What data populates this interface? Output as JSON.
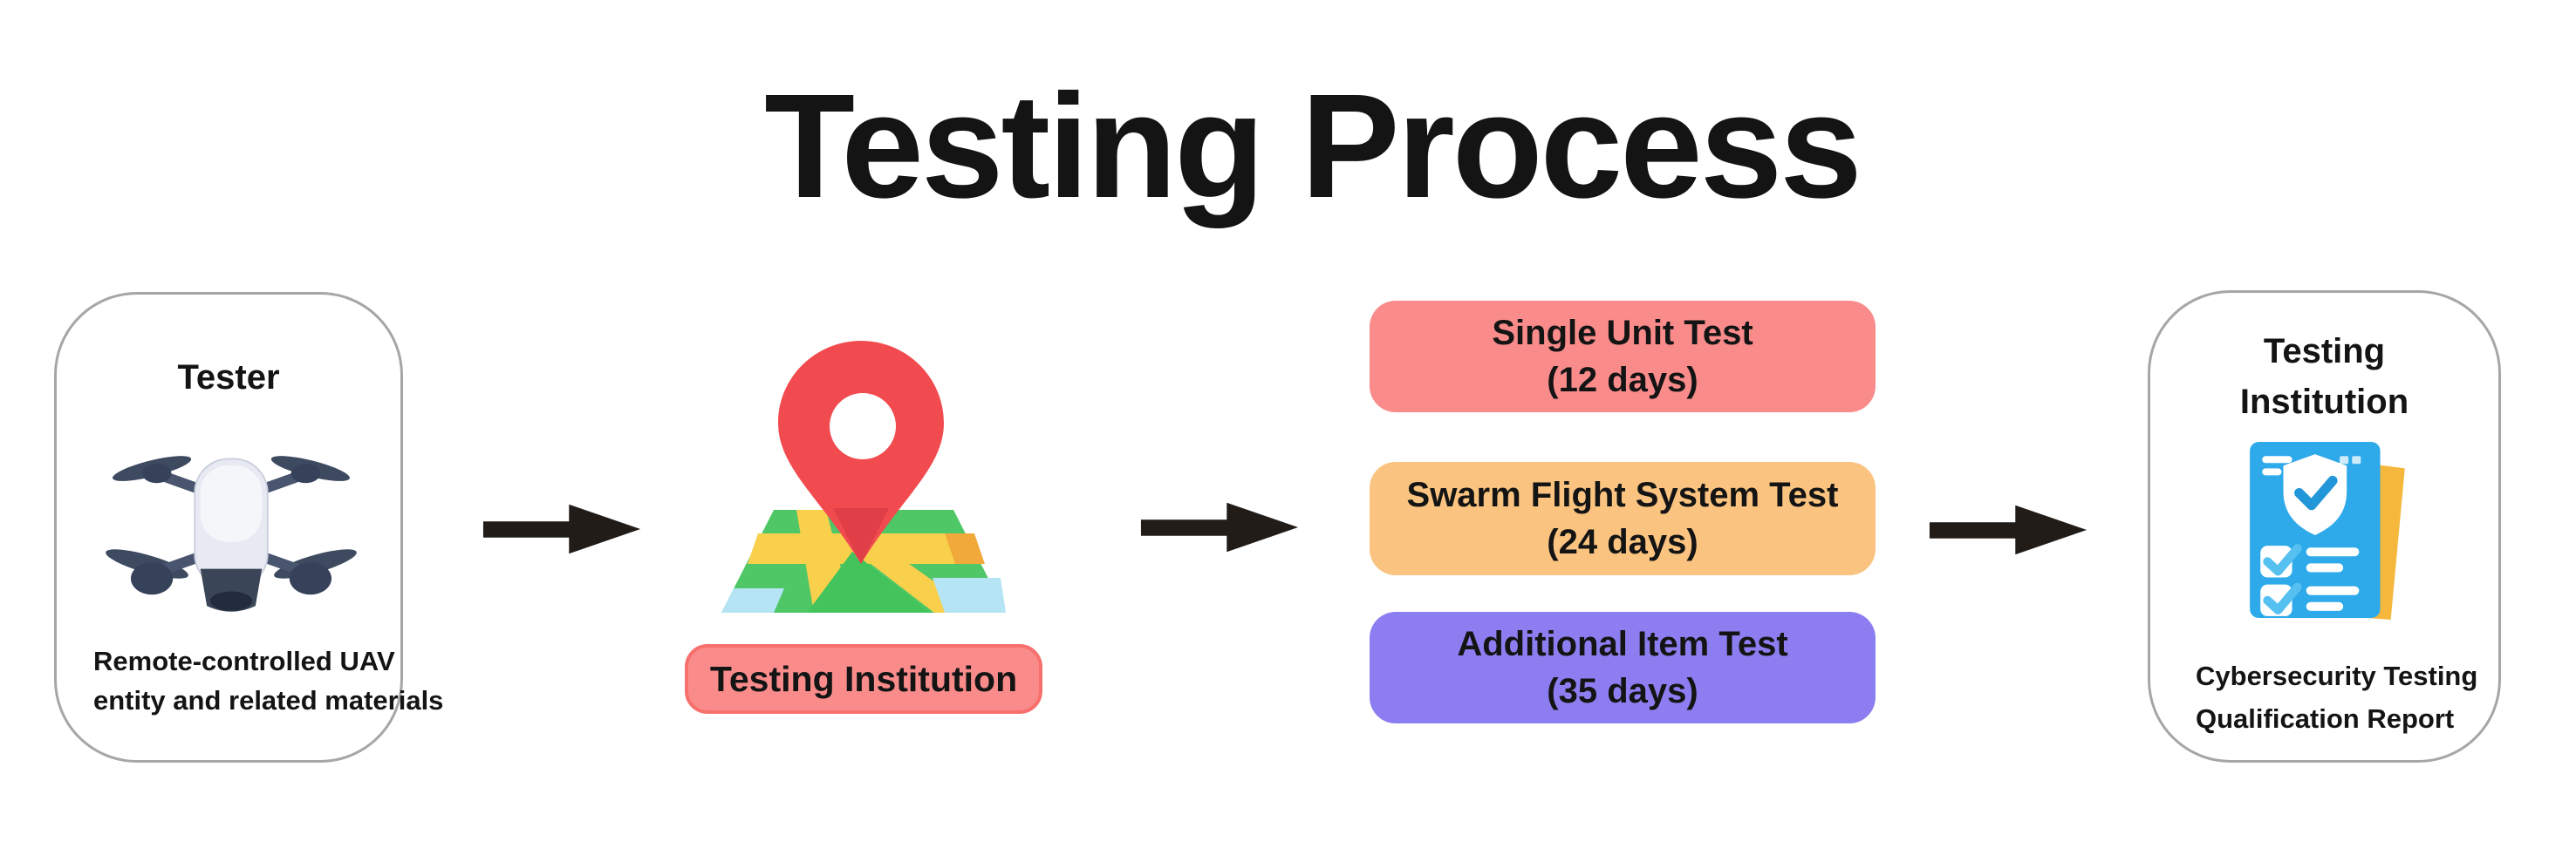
{
  "title": "Testing Process",
  "colors": {
    "salmon": "#F98B8B",
    "salmon_border": "#F8706E",
    "orange": "#FAC480",
    "purple": "#8C7EF0",
    "arrow_black": "#211C18",
    "card_border": "#A6A6A6",
    "pin_red": "#F14B50",
    "map_green": "#4FC766",
    "map_yellow": "#F9D04B",
    "map_light_blue": "#B5E4F5",
    "map_orange": "#F2A93B",
    "doc_blue": "#2EA9E9",
    "doc_yellow": "#F5B83D",
    "drone_dark": "#3E4A60",
    "drone_body": "#E7EAF2"
  },
  "tester_box": {
    "title": "Tester",
    "icon": "drone-icon",
    "caption_line1": "Remote-controlled UAV",
    "caption_line2": "entity and related materials"
  },
  "location": {
    "icon": "map-pin-icon",
    "label": "Testing Institution"
  },
  "tests": [
    {
      "name": "Single Unit Test",
      "duration": "(12 days)",
      "color": "#F98B8B"
    },
    {
      "name": "Swarm Flight System Test",
      "duration": "(24 days)",
      "color": "#FAC480"
    },
    {
      "name": "Additional Item Test",
      "duration": "(35 days)",
      "color": "#8C7EF0"
    }
  ],
  "institution_box": {
    "title_line1": "Testing",
    "title_line2": "Institution",
    "icon": "cybersecurity-report-icon",
    "caption_line1": "Cybersecurity Testing",
    "caption_line2": "Qualification Report"
  }
}
